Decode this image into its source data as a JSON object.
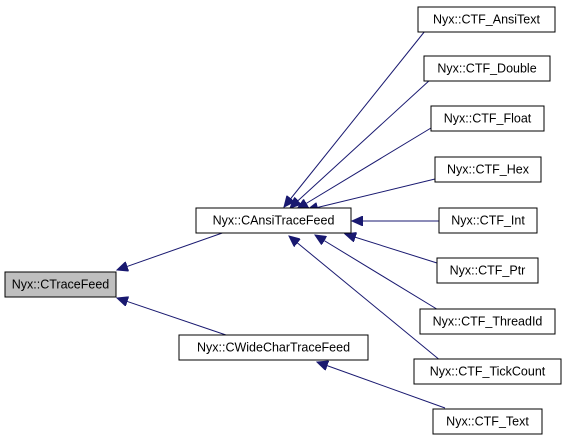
{
  "nodes": {
    "ctracefeed": {
      "label": "Nyx::CTraceFeed"
    },
    "cansitracefeed": {
      "label": "Nyx::CAnsiTraceFeed"
    },
    "cwidechartracefeed": {
      "label": "Nyx::CWideCharTraceFeed"
    },
    "ctf_ansitext": {
      "label": "Nyx::CTF_AnsiText"
    },
    "ctf_double": {
      "label": "Nyx::CTF_Double"
    },
    "ctf_float": {
      "label": "Nyx::CTF_Float"
    },
    "ctf_hex": {
      "label": "Nyx::CTF_Hex"
    },
    "ctf_int": {
      "label": "Nyx::CTF_Int"
    },
    "ctf_ptr": {
      "label": "Nyx::CTF_Ptr"
    },
    "ctf_threadid": {
      "label": "Nyx::CTF_ThreadId"
    },
    "ctf_tickcount": {
      "label": "Nyx::CTF_TickCount"
    },
    "ctf_text": {
      "label": "Nyx::CTF_Text"
    }
  },
  "colors": {
    "edge": "#191970",
    "root_fill": "#bfbfbf",
    "node_fill": "#ffffff",
    "node_border": "#000000"
  }
}
